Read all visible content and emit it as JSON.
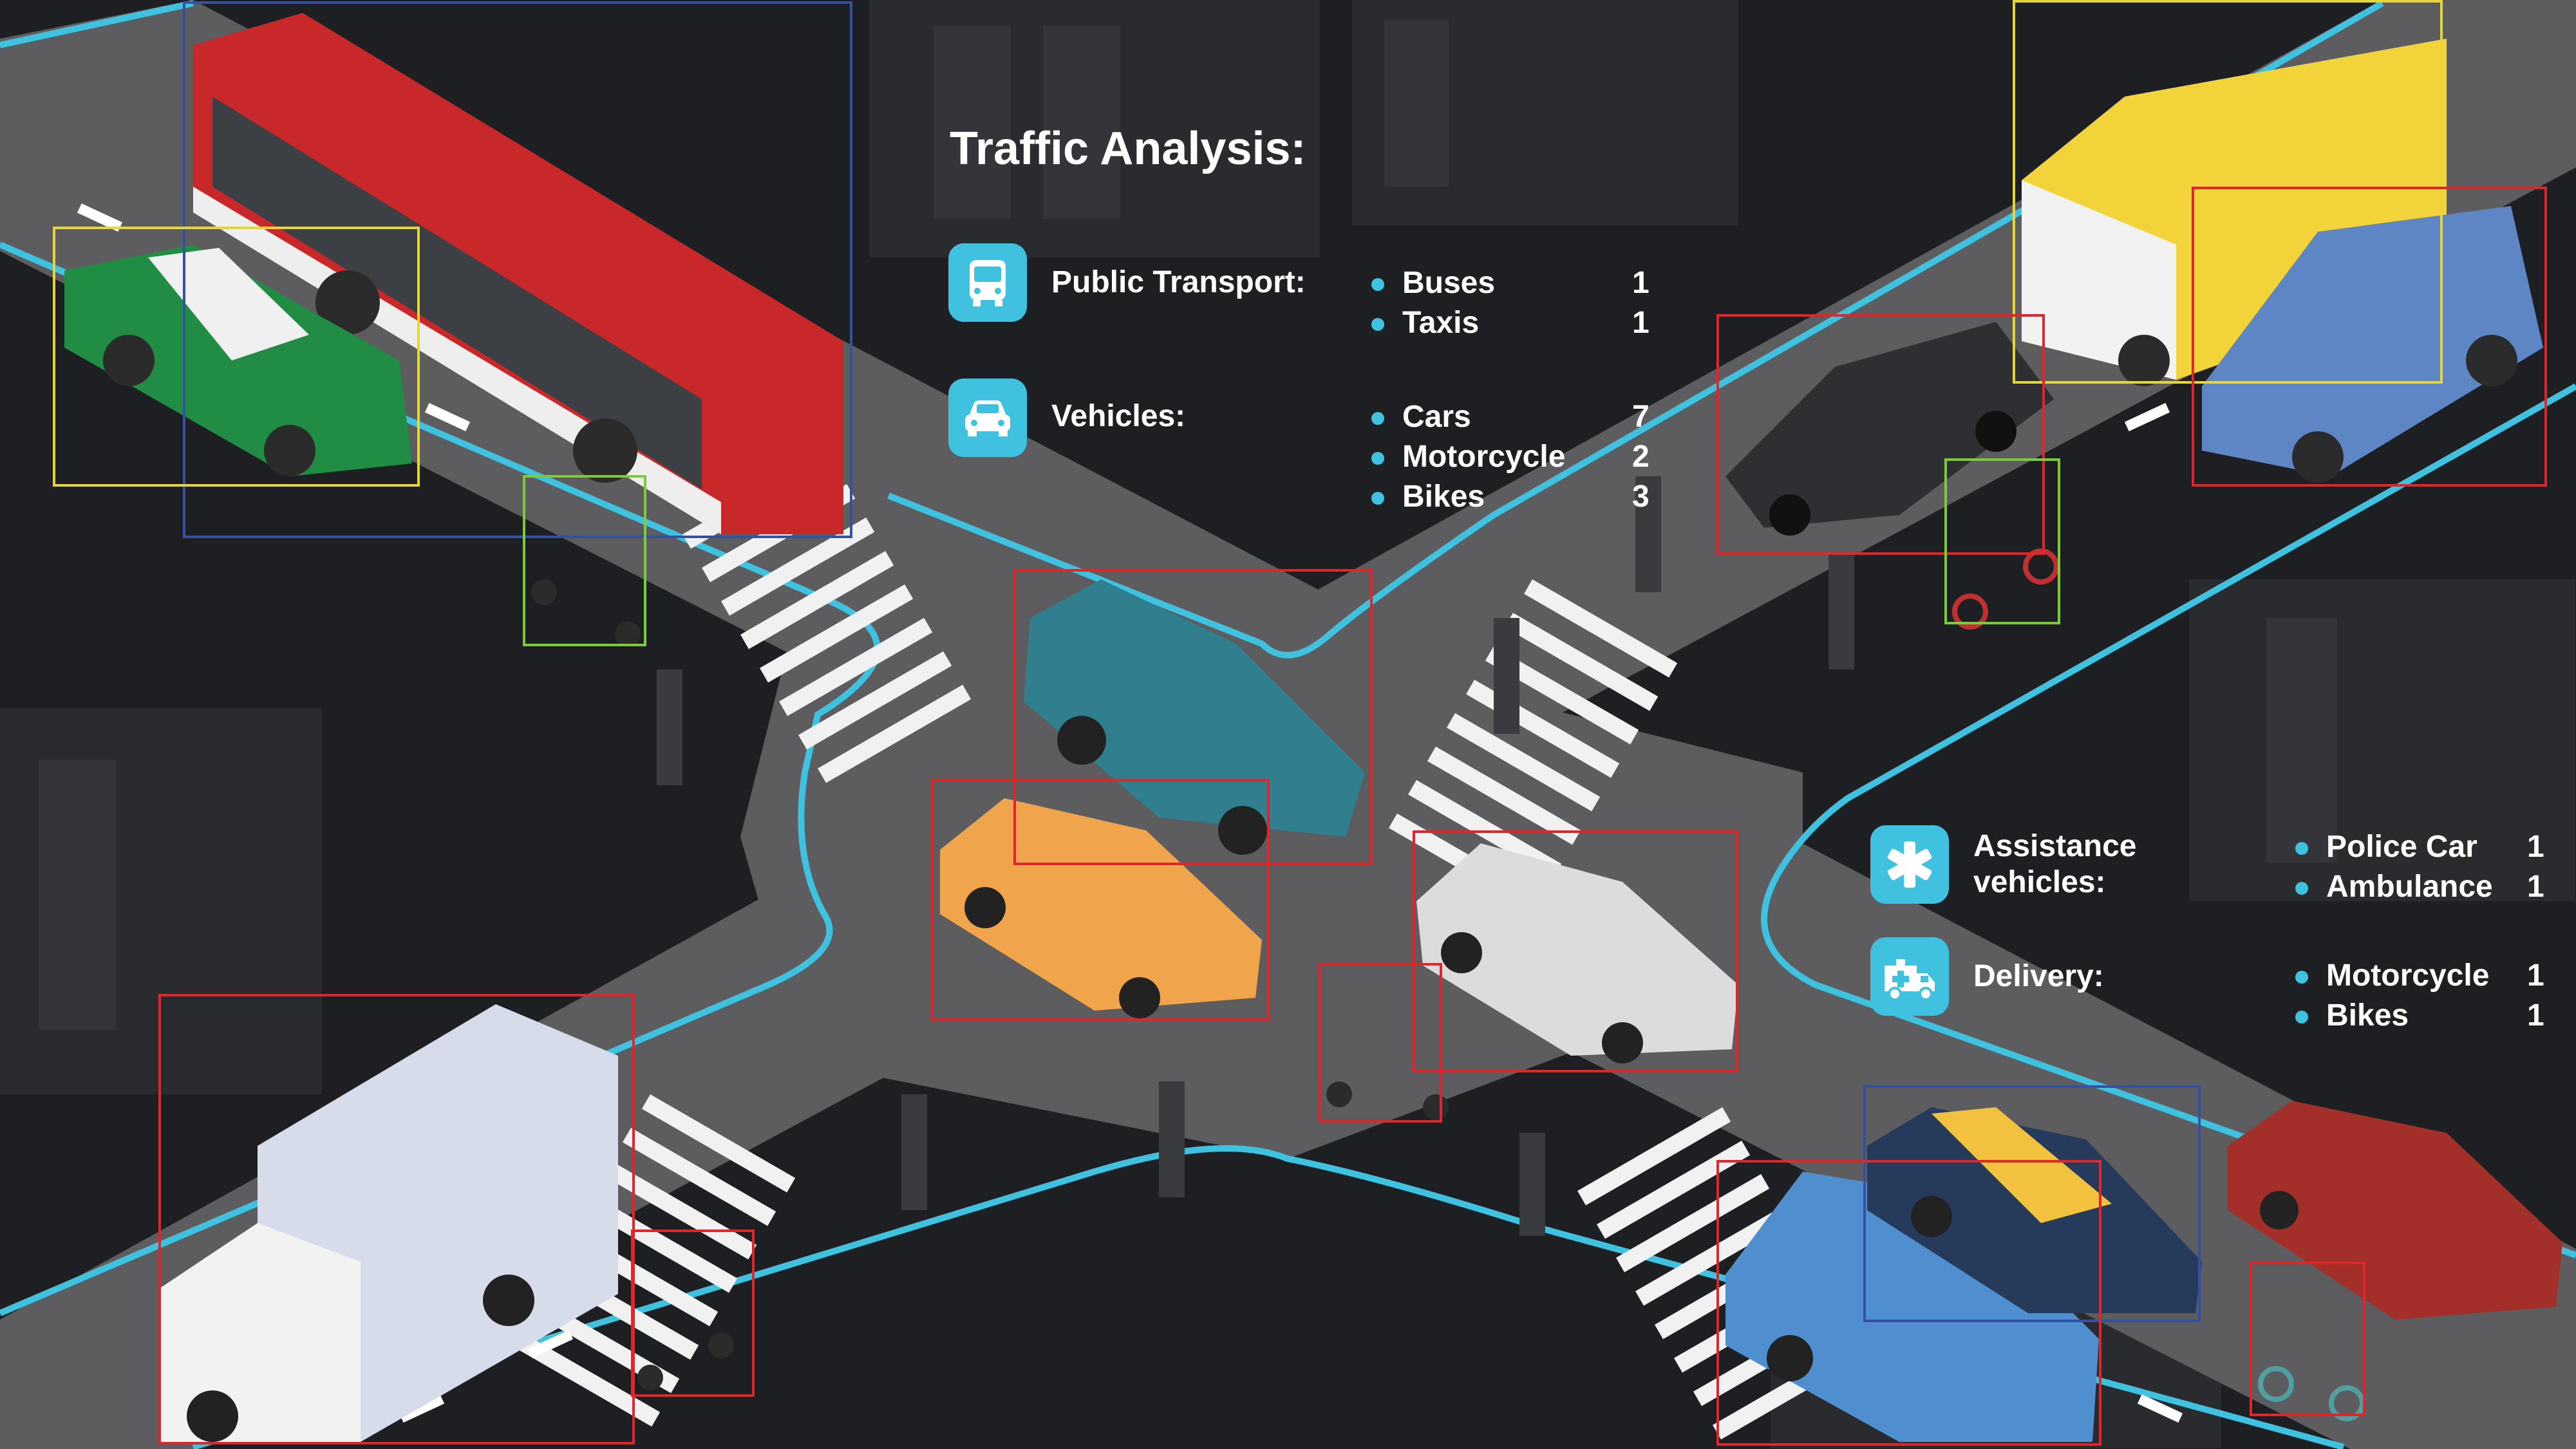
{
  "panel": {
    "title": "Traffic Analysis:",
    "categories": [
      {
        "label": "Public Transport:",
        "icon": "bus-icon",
        "items": [
          {
            "name": "Buses",
            "count": "1"
          },
          {
            "name": "Taxis",
            "count": "1"
          }
        ]
      },
      {
        "label": "Vehicles:",
        "icon": "car-icon",
        "items": [
          {
            "name": "Cars",
            "count": "7"
          },
          {
            "name": "Motorcycle",
            "count": "2"
          },
          {
            "name": "Bikes",
            "count": "3"
          }
        ]
      },
      {
        "label_line1": "Assistance",
        "label_line2": "vehicles:",
        "icon": "medical-asterisk-icon",
        "items": [
          {
            "name": "Police Car",
            "count": "1"
          },
          {
            "name": "Ambulance",
            "count": "1"
          }
        ]
      },
      {
        "label": "Delivery:",
        "icon": "ambulance-van-icon",
        "items": [
          {
            "name": "Motorcycle",
            "count": "1"
          },
          {
            "name": "Bikes",
            "count": "1"
          }
        ]
      }
    ]
  },
  "colors": {
    "accent": "#3fc1e0",
    "road": "#5f5f61",
    "sidewalk": "#232427",
    "box_red": "#e0262b",
    "box_yellow": "#e5d43a",
    "box_blue": "#3451a3",
    "box_green": "#7ccb3a"
  }
}
